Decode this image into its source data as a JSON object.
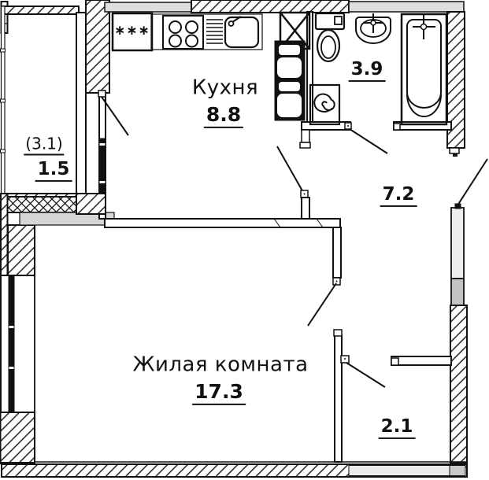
{
  "document": {
    "type": "apartment-floor-plan",
    "language": "ru"
  },
  "colors": {
    "line": "#111111",
    "window_strip": "#dedede",
    "sill_strip": "#d6d6d6",
    "door_leaf_light": "#ededed",
    "door_leaf_dark": "#c3c3c3",
    "floor_strip_light": "#ececec",
    "floor_strip_dark": "#c9c9c9",
    "background": "#ffffff"
  },
  "rooms": {
    "kitchen": {
      "name": "Кухня",
      "area": "8.8"
    },
    "living_room": {
      "name": "Жилая комната",
      "area": "17.3"
    },
    "bathroom": {
      "area": "3.9"
    },
    "hallway": {
      "area": "7.2"
    },
    "closet": {
      "area": "2.1"
    },
    "balcony": {
      "area_gross": "(3.1)",
      "area_reduced": "1.5"
    }
  },
  "markings": {
    "kitchen_cabinet": "∗∗∗"
  }
}
